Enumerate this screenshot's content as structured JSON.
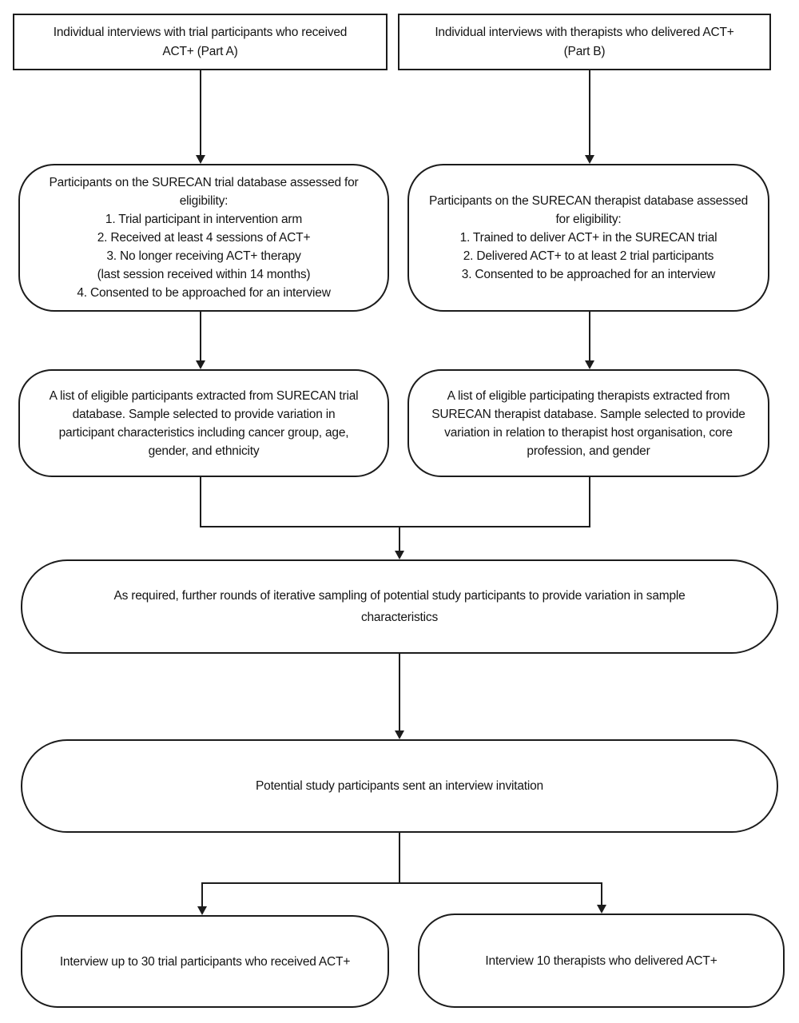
{
  "flowchart": {
    "colors": {
      "line": "#1c1c1c",
      "background": "#ffffff",
      "text": "#141414"
    },
    "part_a_header": {
      "lines": [
        "Individual interviews with trial participants who received",
        "ACT+ (Part A)"
      ]
    },
    "part_b_header": {
      "lines": [
        "Individual interviews with therapists who delivered ACT+",
        "(Part B)"
      ]
    },
    "part_a_eligibility": {
      "lines": [
        "Participants on the SURECAN trial database assessed for",
        "eligibility:",
        "1. Trial participant in intervention arm",
        "2. Received at least 4 sessions of ACT+",
        "3. No longer receiving ACT+ therapy",
        "(last session received within 14 months)",
        "4. Consented to be approached for an interview"
      ]
    },
    "part_b_eligibility": {
      "lines": [
        "Participants on the SURECAN therapist database assessed",
        "for eligibility:",
        "1. Trained to deliver ACT+ in the SURECAN trial",
        "2. Delivered ACT+ to at least 2 trial participants",
        "3. Consented to be approached for an interview"
      ]
    },
    "part_a_sample": {
      "lines": [
        "A list of eligible participants extracted from SURECAN trial",
        "database. Sample selected to provide variation in",
        "participant characteristics including cancer group, age,",
        "gender, and ethnicity"
      ]
    },
    "part_b_sample": {
      "lines": [
        "A list of eligible participating therapists extracted from",
        "SURECAN therapist database. Sample selected to provide",
        "variation in relation to therapist host organisation, core",
        "profession, and gender"
      ]
    },
    "iterative_sampling": {
      "lines": [
        "As required, further rounds of iterative sampling of potential study participants to provide variation in sample",
        "characteristics"
      ]
    },
    "invitation": {
      "lines": [
        "Potential study participants sent an interview invitation"
      ]
    },
    "part_a_interview": {
      "lines": [
        "Interview up to 30 trial participants who received ACT+"
      ]
    },
    "part_b_interview": {
      "lines": [
        "Interview 10 therapists who delivered ACT+"
      ]
    }
  }
}
